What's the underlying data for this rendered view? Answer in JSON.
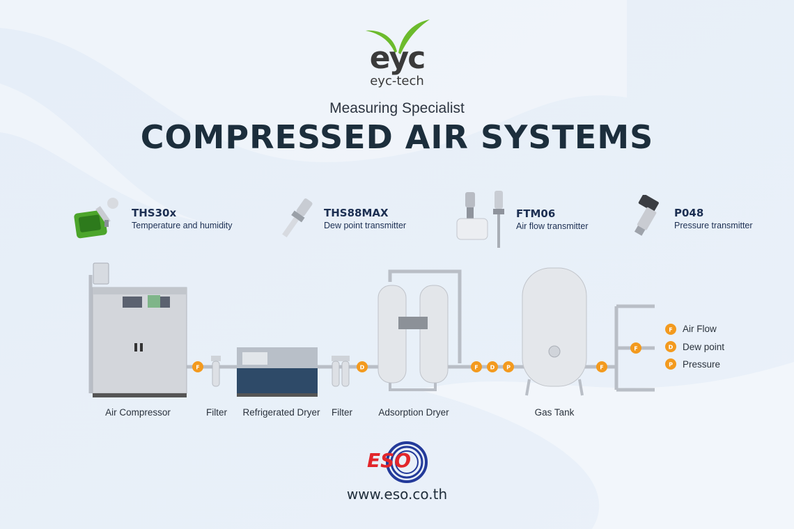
{
  "brand": {
    "name": "eyc-tech",
    "logo_letters": "eyc"
  },
  "subtitle": "Measuring Specialist",
  "title": "COMPRESSED AIR SYSTEMS",
  "products": [
    {
      "name": "THS30x",
      "description": "Temperature and humidity"
    },
    {
      "name": "THS88MAX",
      "description": "Dew point transmitter"
    },
    {
      "name": "FTM06",
      "description": "Air flow transmitter"
    },
    {
      "name": "P048",
      "description": "Pressure transmitter"
    }
  ],
  "equipment": [
    "Air Compressor",
    "Filter",
    "Refrigerated Dryer",
    "Filter",
    "Adsorption Dryer",
    "Gas Tank"
  ],
  "markers": {
    "flow": "F",
    "dew": "D",
    "pressure": "P"
  },
  "legend": [
    {
      "letter": "F",
      "label": "Air Flow"
    },
    {
      "letter": "D",
      "label": "Dew point"
    },
    {
      "letter": "P",
      "label": "Pressure"
    }
  ],
  "footer": {
    "logo_text": "ESO",
    "url": "www.eso.co.th"
  },
  "colors": {
    "marker": "#f39a1e",
    "title": "#1c2e3c",
    "pipe": "#b9bec6",
    "eso_red": "#e2262b",
    "eso_blue": "#233a9a",
    "leaf_green": "#6cbb2c"
  }
}
